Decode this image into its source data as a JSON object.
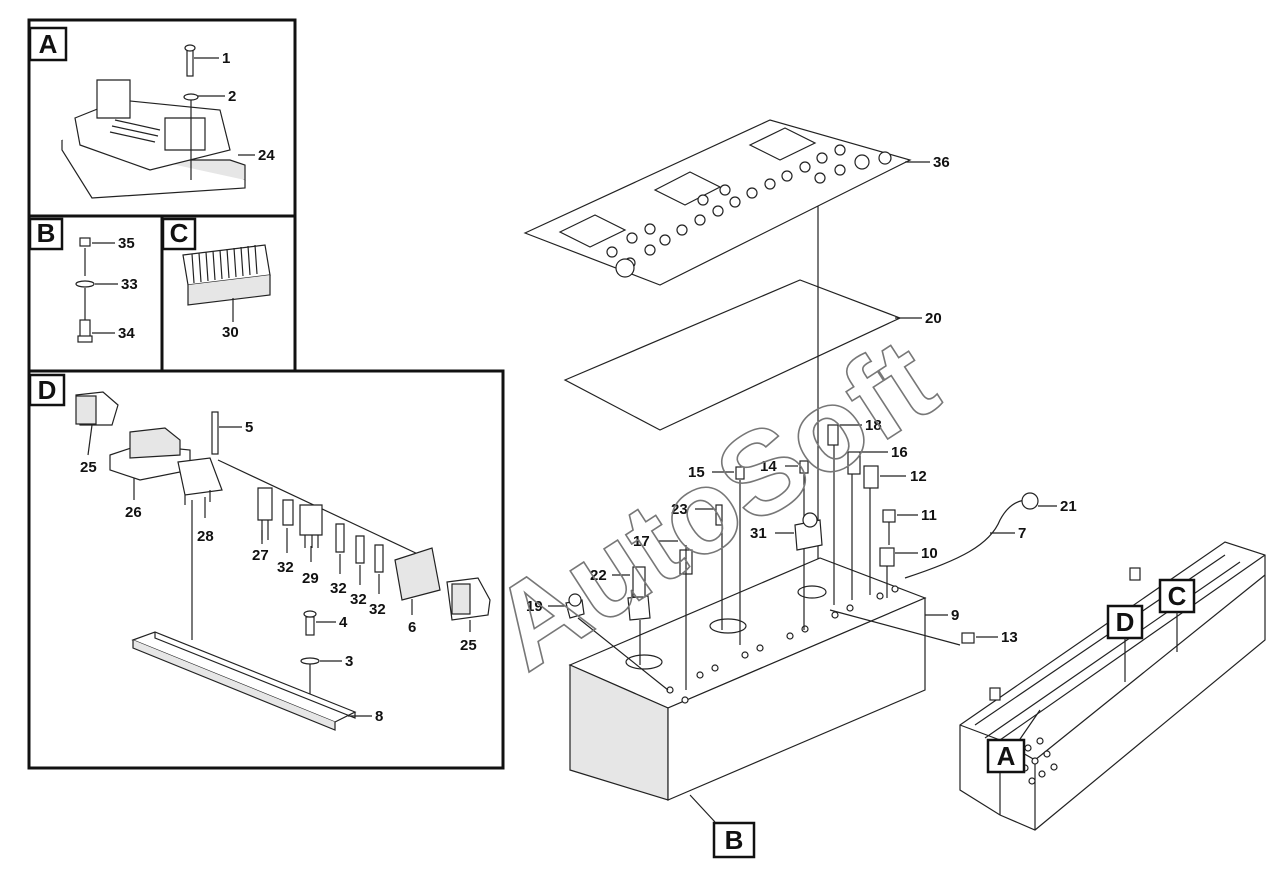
{
  "watermark": "AutoSoft",
  "panels": {
    "A": "A",
    "B": "B",
    "C": "C",
    "D": "D"
  },
  "markers": {
    "A": "A",
    "B": "B",
    "C": "C",
    "D": "D"
  },
  "callouts": {
    "c1": "1",
    "c2": "2",
    "c24": "24",
    "c35": "35",
    "c33": "33",
    "c34": "34",
    "c30": "30",
    "c5": "5",
    "c25a": "25",
    "c26": "26",
    "c28": "28",
    "c27": "27",
    "c32a": "32",
    "c29": "29",
    "c32b": "32",
    "c32c": "32",
    "c32d": "32",
    "c6": "6",
    "c25b": "25",
    "c4": "4",
    "c3": "3",
    "c8": "8",
    "c36": "36",
    "c20": "20",
    "c18": "18",
    "c16": "16",
    "c14": "14",
    "c15": "15",
    "c12": "12",
    "c23": "23",
    "c11": "11",
    "c31": "31",
    "c21": "21",
    "c17": "17",
    "c7": "7",
    "c10": "10",
    "c22": "22",
    "c19": "19",
    "c9": "9",
    "c13": "13"
  }
}
